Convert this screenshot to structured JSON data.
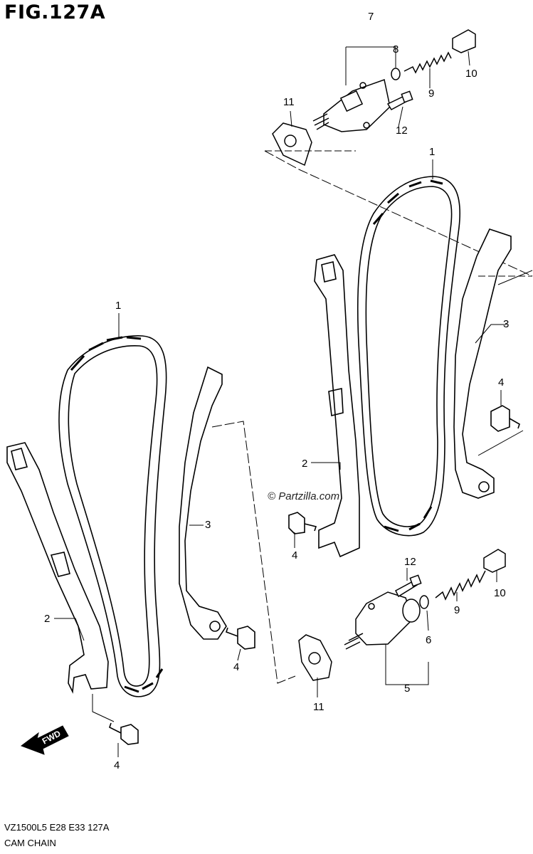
{
  "figure": {
    "title": "FIG.127A",
    "model_code": "VZ1500L5  E28  E33  127A",
    "section_name": "CAM CHAIN",
    "watermark": "© Partzilla.com",
    "direction_marker": "FWD"
  },
  "callouts": {
    "c1_top": "1",
    "c2_top": "2",
    "c3_top": "3",
    "c4_top_right": "4",
    "c4_top_mid": "4",
    "c5": "5",
    "c6": "6",
    "c7": "7",
    "c8": "8",
    "c9_top": "9",
    "c10_top": "10",
    "c11_top": "11",
    "c12_top": "12",
    "c12_bot": "12",
    "c10_bot": "10",
    "c9_bot": "9",
    "c11_bot": "11",
    "c1_left": "1",
    "c2_left": "2",
    "c3_left": "3",
    "c4_left_mid": "4",
    "c4_left_bot": "4"
  }
}
